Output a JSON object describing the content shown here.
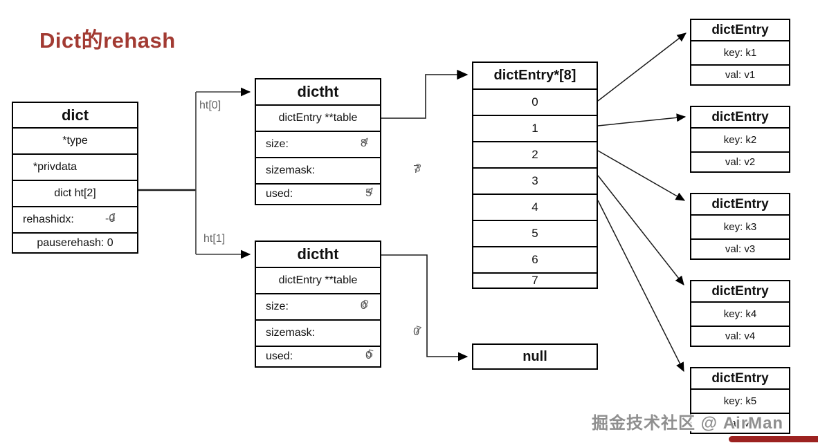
{
  "title": "Dict的rehash",
  "colors": {
    "title": "#a23a32",
    "accent_bar": "#9c2220",
    "label_gray": "#666666",
    "value_gray": "#555555"
  },
  "labels": {
    "ht0": "ht[0]",
    "ht1": "ht[1]"
  },
  "dict_box": {
    "header": "dict",
    "row_type": "*type",
    "row_privdata": "*privdata",
    "row_ht": "dict ht[2]",
    "rehashidx": {
      "label": "rehashidx:",
      "minus": "-",
      "old": "1",
      "new": "0"
    },
    "row_pauserehash": "pauserehash: 0"
  },
  "dictht_top": {
    "header": "dictht",
    "table_row": "dictEntry **table",
    "fields": [
      {
        "label": "size:",
        "old": "4",
        "new": "8"
      },
      {
        "label": "sizemask:",
        "old": "3",
        "new": "7"
      },
      {
        "label": "used:",
        "old": "4",
        "new": "5"
      }
    ]
  },
  "dictht_bottom": {
    "header": "dictht",
    "table_row": "dictEntry **table",
    "fields": [
      {
        "label": "size:",
        "old": "8",
        "new": "0"
      },
      {
        "label": "sizemask:",
        "old": "7",
        "new": "0"
      },
      {
        "label": "used:",
        "old": "5",
        "new": "0"
      }
    ]
  },
  "array_box": {
    "header": "dictEntry*[8]",
    "slots": [
      "0",
      "1",
      "2",
      "3",
      "4",
      "5",
      "6",
      "7"
    ]
  },
  "null_box": {
    "label": "null"
  },
  "entries": [
    {
      "header": "dictEntry",
      "key": "key: k1",
      "val": "val: v1"
    },
    {
      "header": "dictEntry",
      "key": "key: k2",
      "val": "val: v2"
    },
    {
      "header": "dictEntry",
      "key": "key: k3",
      "val": "val: v3"
    },
    {
      "header": "dictEntry",
      "key": "key: k4",
      "val": "val: v4"
    },
    {
      "header": "dictEntry",
      "key": "key: k5",
      "val": "val: v5"
    }
  ],
  "watermark": "掘金技术社区 @ AirMan"
}
